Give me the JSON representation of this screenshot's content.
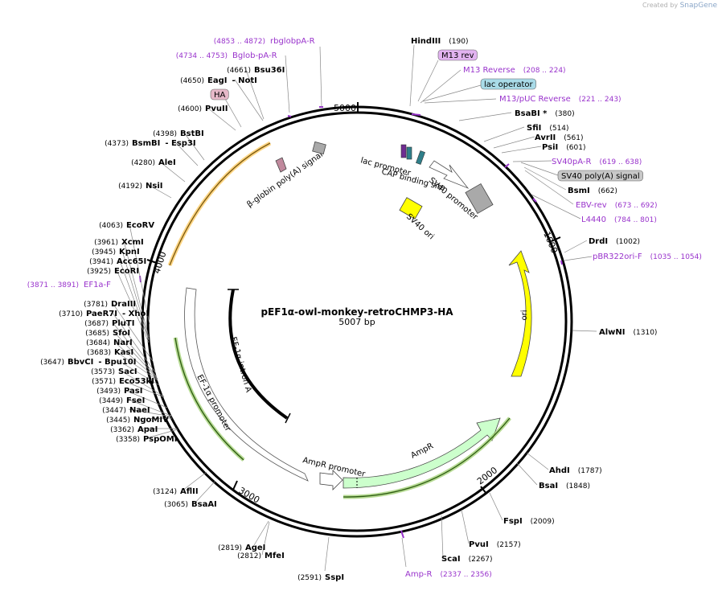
{
  "watermark": {
    "prefix": "Created by",
    "brand": "SnapGene"
  },
  "plasmid": {
    "name": "pEF1α-owl-monkey-retroCHMP3-HA",
    "size": "5007 bp",
    "length": 5007
  },
  "ticks": [
    {
      "pos": 1000,
      "label": "1000"
    },
    {
      "pos": 2000,
      "label": "2000"
    },
    {
      "pos": 3000,
      "label": "3000"
    },
    {
      "pos": 4000,
      "label": "4000"
    },
    {
      "pos": 5000,
      "label": "5000"
    }
  ],
  "sites": [
    {
      "name": "HindIII",
      "num": "(190)"
    },
    {
      "name": "BsaBI *",
      "num": "(380)"
    },
    {
      "name": "SfiI",
      "num": "(514)"
    },
    {
      "name": "AvrII",
      "num": "(561)"
    },
    {
      "name": "PsiI",
      "num": "(601)"
    },
    {
      "name": "BsmI",
      "num": "(662)"
    },
    {
      "name": "DrdI",
      "num": "(1002)"
    },
    {
      "name": "AlwNI",
      "num": "(1310)"
    },
    {
      "name": "AhdI",
      "num": "(1787)"
    },
    {
      "name": "BsaI",
      "num": "(1848)"
    },
    {
      "name": "FspI",
      "num": "(2009)"
    },
    {
      "name": "PvuI",
      "num": "(2157)"
    },
    {
      "name": "ScaI",
      "num": "(2267)"
    },
    {
      "name": "SspI",
      "num": "(2591)"
    },
    {
      "name": "AgeI",
      "num": "(2819)"
    },
    {
      "name": "MfeI",
      "num": "(2812)"
    },
    {
      "name": "AflII",
      "num": "(3124)"
    },
    {
      "name": "BsaAI",
      "num": "(3065)"
    },
    {
      "name": "PspOMI",
      "num": "(3358)"
    },
    {
      "name": "ApaI",
      "num": "(3362)"
    },
    {
      "name": "NgoMIV",
      "num": "(3445)"
    },
    {
      "name": "NaeI",
      "num": "(3447)"
    },
    {
      "name": "FseI",
      "num": "(3449)"
    },
    {
      "name": "PasI",
      "num": "(3493)"
    },
    {
      "name": "Eco53kI",
      "num": "(3571)"
    },
    {
      "name": "SacI",
      "num": "(3573)"
    },
    {
      "name": "BbvCI",
      "num": "(3647)",
      "extra": "- Bpu10I"
    },
    {
      "name": "KasI",
      "num": "(3683)"
    },
    {
      "name": "NarI",
      "num": "(3684)"
    },
    {
      "name": "SfoI",
      "num": "(3685)"
    },
    {
      "name": "PluTI",
      "num": "(3687)"
    },
    {
      "name": "PaeR7I",
      "num": "(3710)",
      "extra": "- XhoI"
    },
    {
      "name": "DraIII",
      "num": "(3781)"
    },
    {
      "name": "EcoRI",
      "num": "(3925)"
    },
    {
      "name": "Acc65I",
      "num": "(3941)"
    },
    {
      "name": "KpnI",
      "num": "(3945)"
    },
    {
      "name": "XcmI",
      "num": "(3961)"
    },
    {
      "name": "EcoRV",
      "num": "(4063)"
    },
    {
      "name": "NsiI",
      "num": "(4192)"
    },
    {
      "name": "AleI",
      "num": "(4280)"
    },
    {
      "name": "BsmBI",
      "num": "(4373)",
      "extra": "- Esp3I"
    },
    {
      "name": "BstBI",
      "num": "(4398)"
    },
    {
      "name": "PvuII",
      "num": "(4600)"
    },
    {
      "name": "EagI",
      "num": "(4650)",
      "extra": "- NotI"
    },
    {
      "name": "Bsu36I",
      "num": "(4661)"
    }
  ],
  "primers": [
    {
      "name": "rbglobpA-R",
      "range": "(4853 .. 4872)"
    },
    {
      "name": "Bglob-pA-R",
      "range": "(4734 .. 4753)"
    },
    {
      "name": "M13 Reverse",
      "range": "(208 .. 224)"
    },
    {
      "name": "M13/pUC Reverse",
      "range": "(221 .. 243)"
    },
    {
      "name": "SV40pA-R",
      "range": "(619 .. 638)"
    },
    {
      "name": "EBV-rev",
      "range": "(673 .. 692)"
    },
    {
      "name": "L4440",
      "range": "(784 .. 801)"
    },
    {
      "name": "pBR322ori-F",
      "range": "(1035 .. 1054)"
    },
    {
      "name": "Amp-R",
      "range": "(2337 .. 2356)"
    },
    {
      "name": "EF1a-F",
      "range": "(3871 .. 3891)"
    }
  ],
  "boxed_features": [
    {
      "name": "M13 rev",
      "color": "#e2b3f0"
    },
    {
      "name": "lac operator",
      "color": "#a9dbe8"
    },
    {
      "name": "SV40 poly(A) signal",
      "color": "#c8c8c8"
    },
    {
      "name": "HA",
      "color": "#e6b8c8"
    }
  ],
  "features": [
    {
      "name": "lac promoter",
      "color": "#6f2c91"
    },
    {
      "name": "CAP binding site",
      "color": "#2f7f8a"
    },
    {
      "name": "SV40 promoter",
      "color": "#ffffff"
    },
    {
      "name": "SV40 ori",
      "color": "#ffff00"
    },
    {
      "name": "β-globin poly(A) signal",
      "color": "#c0899d"
    },
    {
      "name": "ori",
      "color": "#ffff00"
    },
    {
      "name": "AmpR",
      "color": "#ccffcc"
    },
    {
      "name": "AmpR promoter",
      "color": "#ffffff"
    },
    {
      "name": "EF-1α promoter",
      "color": "#ffffff"
    },
    {
      "name": "EF-1α intron A",
      "color": "#000000"
    }
  ],
  "colors": {
    "primer": "#9933cc",
    "site": "#000000",
    "orf_highlight": "#ffcc66",
    "promoter_highlight": "#99cc66"
  }
}
